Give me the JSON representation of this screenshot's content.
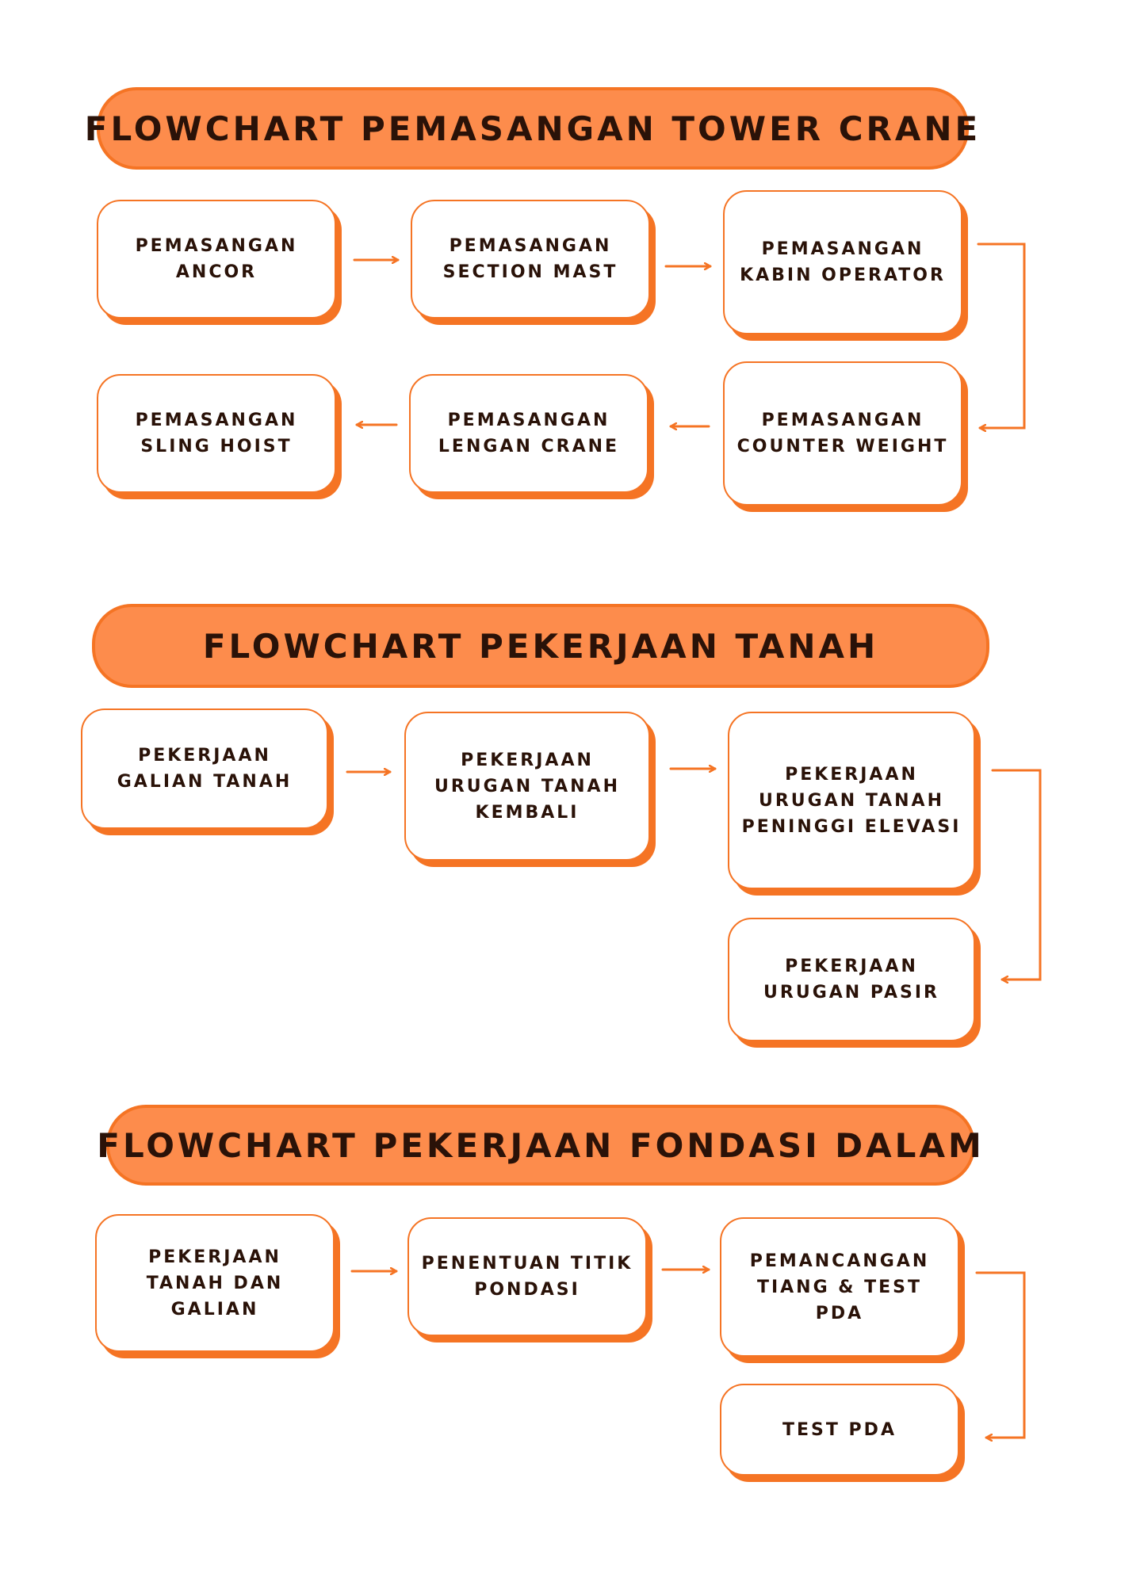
{
  "sections": [
    {
      "title": "FLOWCHART PEMASANGAN TOWER CRANE",
      "steps": [
        "PEMASANGAN ANCOR",
        "PEMASANGAN SECTION MAST",
        "PEMASANGAN KABIN OPERATOR",
        "PEMASANGAN COUNTER WEIGHT",
        "PEMASANGAN LENGAN CRANE",
        "PEMASANGAN SLING HOIST"
      ]
    },
    {
      "title": "FLOWCHART PEKERJAAN TANAH",
      "steps": [
        "PEKERJAAN GALIAN TANAH",
        "PEKERJAAN URUGAN TANAH KEMBALI",
        "PEKERJAAN URUGAN TANAH PENINGGI ELEVASI",
        "PEKERJAAN URUGAN PASIR"
      ]
    },
    {
      "title": "FLOWCHART PEKERJAAN FONDASI DALAM",
      "steps": [
        "PEKERJAAN TANAH DAN GALIAN",
        "PENENTUAN TITIK PONDASI",
        "PEMANCANGAN TIANG & TEST PDA",
        "TEST PDA"
      ]
    }
  ],
  "colors": {
    "accent": "#f57424",
    "banner_fill": "#fd8c4c",
    "text": "#2a1208"
  }
}
